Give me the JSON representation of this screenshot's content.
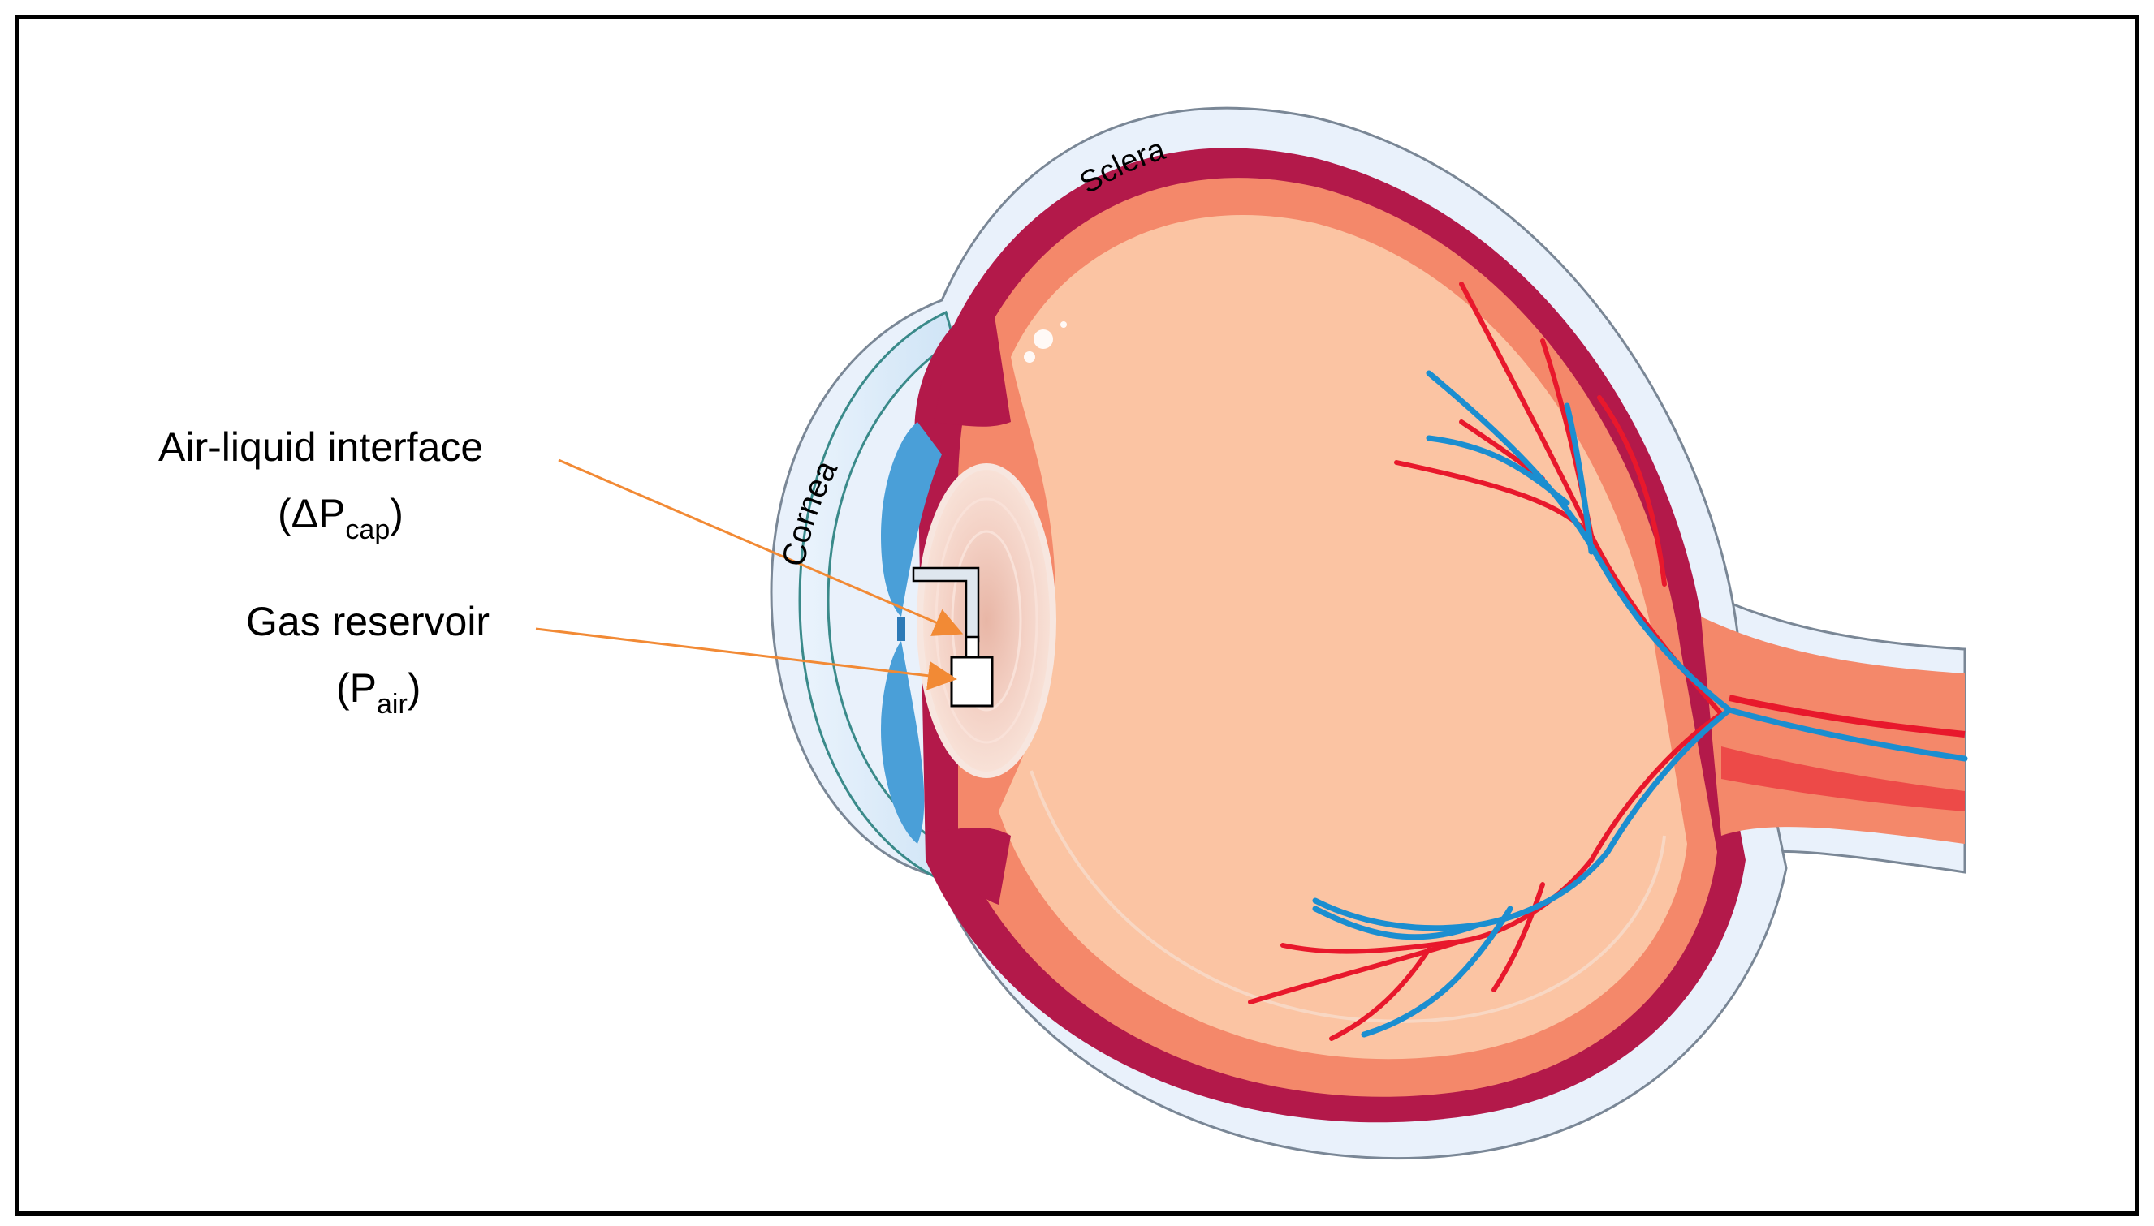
{
  "labels": {
    "sclera": "Sclera",
    "cornea": "Cornea",
    "interface_title": "Air-liquid interface",
    "interface_symbol_prefix": "(ΔP",
    "interface_symbol_sub": "cap",
    "interface_symbol_suffix": ")",
    "reservoir_title": "Gas reservoir",
    "reservoir_symbol_prefix": "(P",
    "reservoir_symbol_sub": "air",
    "reservoir_symbol_suffix": ")"
  },
  "colors": {
    "sclera_outer": "#e9f1fb",
    "sclera_stroke": "#7a8796",
    "choroid": "#b3194a",
    "retina": "#f4886a",
    "vitreous": "#fbc4a3",
    "lens": "#f2c4b6",
    "iris": "#4a9fd8",
    "artery": "#e8182c",
    "vein": "#1b8ed0",
    "arrow": "#f28a35",
    "device_stroke": "#000000"
  },
  "icons": {
    "arrow_interface": "orange-arrow-icon",
    "arrow_reservoir": "orange-arrow-icon",
    "device": "tube-reservoir-icon"
  }
}
